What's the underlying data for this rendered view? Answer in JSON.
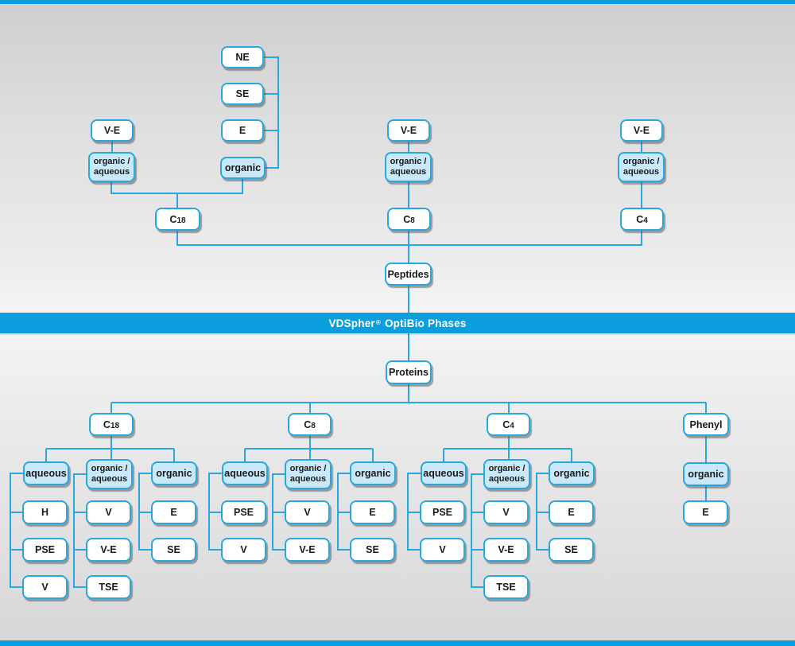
{
  "banner": {
    "brand": "VDSpher",
    "reg_mark": "®",
    "suffix": "OptiBio Phases"
  },
  "colors": {
    "accent": "#0A9EDC",
    "line": "#2BA7DF",
    "highlight_fill": "#C9E8FA",
    "node_fill": "#FFFFFF"
  },
  "peptides_section": {
    "root_label": "Peptides",
    "c18": {
      "phase_letter": "C",
      "phase_digits": "18",
      "ve_label": "V-E",
      "mode_mixed_line1": "organic /",
      "mode_mixed_line2": "aqueous",
      "mode_organic_label": "organic",
      "elution_ne": "NE",
      "elution_se": "SE",
      "elution_e": "E"
    },
    "c8": {
      "phase_letter": "C",
      "phase_digits": "8",
      "ve_label": "V-E",
      "mode_mixed_line1": "organic /",
      "mode_mixed_line2": "aqueous"
    },
    "c4": {
      "phase_letter": "C",
      "phase_digits": "4",
      "ve_label": "V-E",
      "mode_mixed_line1": "organic /",
      "mode_mixed_line2": "aqueous"
    }
  },
  "proteins_section": {
    "root_label": "Proteins",
    "c18": {
      "phase_letter": "C",
      "phase_digits": "18",
      "aqueous": {
        "label": "aqueous",
        "children": [
          "H",
          "PSE",
          "V"
        ]
      },
      "mixed": {
        "line1": "organic /",
        "line2": "aqueous",
        "children": [
          "V",
          "V-E",
          "TSE"
        ]
      },
      "organic": {
        "label": "organic",
        "children": [
          "E",
          "SE"
        ]
      }
    },
    "c8": {
      "phase_letter": "C",
      "phase_digits": "8",
      "aqueous": {
        "label": "aqueous",
        "children": [
          "PSE",
          "V"
        ]
      },
      "mixed": {
        "line1": "organic /",
        "line2": "aqueous",
        "children": [
          "V",
          "V-E"
        ]
      },
      "organic": {
        "label": "organic",
        "children": [
          "E",
          "SE"
        ]
      }
    },
    "c4": {
      "phase_letter": "C",
      "phase_digits": "4",
      "aqueous": {
        "label": "aqueous",
        "children": [
          "PSE",
          "V"
        ]
      },
      "mixed": {
        "line1": "organic /",
        "line2": "aqueous",
        "children": [
          "V",
          "V-E",
          "TSE"
        ]
      },
      "organic": {
        "label": "organic",
        "children": [
          "E",
          "SE"
        ]
      }
    },
    "phenyl": {
      "phase_label": "Phenyl",
      "organic": {
        "label": "organic",
        "children": [
          "E"
        ]
      }
    }
  }
}
